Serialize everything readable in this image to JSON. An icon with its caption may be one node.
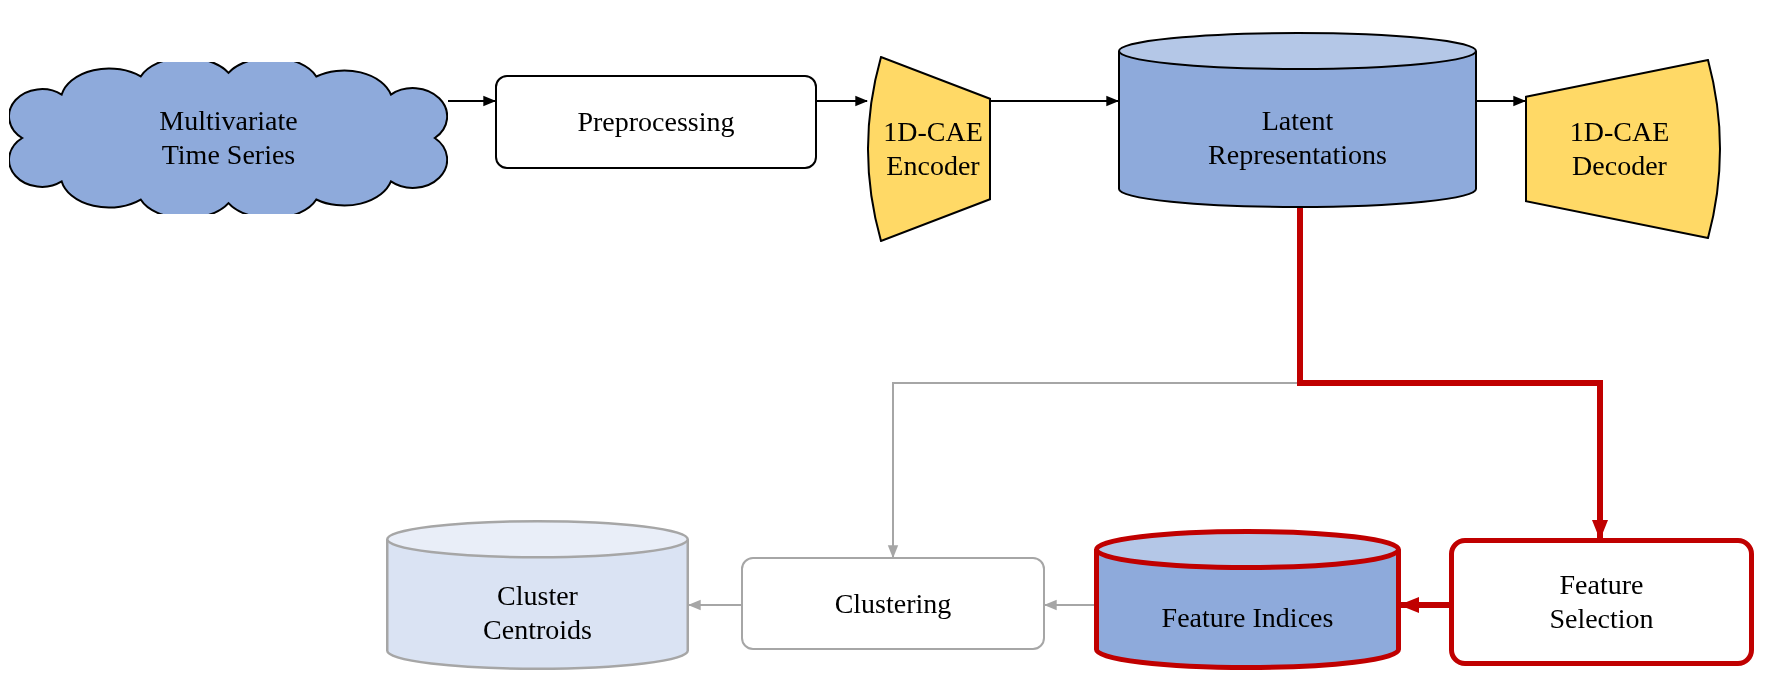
{
  "diagram": {
    "nodes": [
      {
        "text": [
          "Multivariate Time Series"
        ]
      },
      {
        "text": [
          "Preprocessing"
        ]
      },
      {
        "text": [
          "1D-CAE Encoder"
        ]
      },
      {
        "text": [
          "Latent Representations"
        ]
      },
      {
        "text": [
          "1D-CAE Decoder"
        ]
      },
      {
        "text": [
          "Feature Selection"
        ]
      },
      {
        "text": [
          "Feature Indices"
        ]
      },
      {
        "text": [
          "Clustering"
        ]
      },
      {
        "text": [
          "Cluster Centroids"
        ]
      }
    ],
    "edges": [
      {
        "from": 0,
        "to": 1,
        "arrow": "to"
      },
      {
        "from": 1,
        "to": 2,
        "arrow": "to"
      },
      {
        "from": 2,
        "to": 3,
        "arrow": "to"
      },
      {
        "from": 3,
        "to": 4,
        "arrow": "to"
      },
      {
        "from": 3,
        "to": 5,
        "arrow": "to",
        "style": "thick",
        "color": "#c00000"
      },
      {
        "from": 5,
        "to": 6,
        "arrow": "to",
        "style": "thick",
        "color": "#c00000"
      },
      {
        "from": 6,
        "to": 7,
        "arrow": "to",
        "color": "#a6a6a6"
      },
      {
        "from": 7,
        "to": 8,
        "arrow": "to",
        "color": "#a6a6a6"
      },
      {
        "from": 3,
        "to": 7,
        "arrow": "to",
        "color": "#a6a6a6"
      }
    ]
  }
}
